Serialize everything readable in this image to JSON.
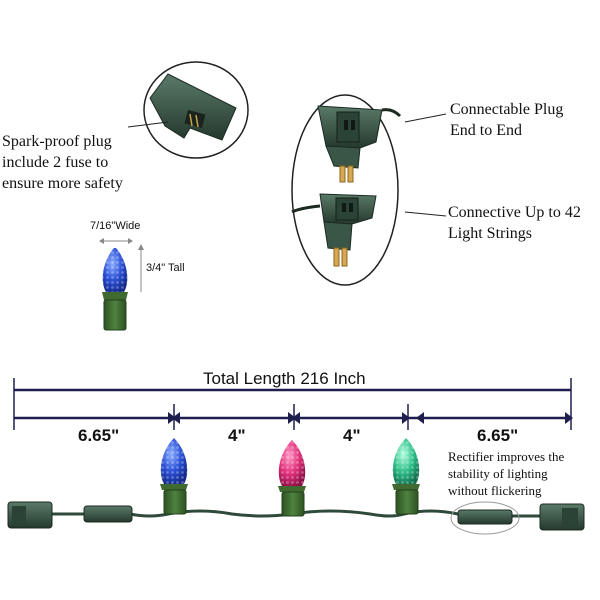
{
  "callouts": {
    "spark_proof_plug": [
      "Spark-proof plug",
      "include 2 fuse to",
      "ensure more safety"
    ],
    "connectable_plug": [
      "Connectable Plug",
      "End to End"
    ],
    "connective_up_to": [
      "Connective Up to 42",
      "Light Strings"
    ],
    "rectifier": [
      "Rectifier improves the",
      "stability of lighting",
      "without flickering"
    ]
  },
  "bulb_size": {
    "width_label": "7/16\"Wide",
    "height_label": "3/4\" Tall"
  },
  "dimensions": {
    "total_length": "Total Length 216 Inch",
    "segments": [
      "6.65\"",
      "4\"",
      "4\"",
      "6.65\""
    ]
  },
  "colors": {
    "cord": "#2e4a3a",
    "socket": "#3f6b30",
    "plug": "#3d5a4a",
    "dimension_line": "#1f1f4f",
    "bulb_blue": "#2a4fd6",
    "bulb_pink": "#e0307a",
    "bulb_green": "#2fc08a"
  }
}
